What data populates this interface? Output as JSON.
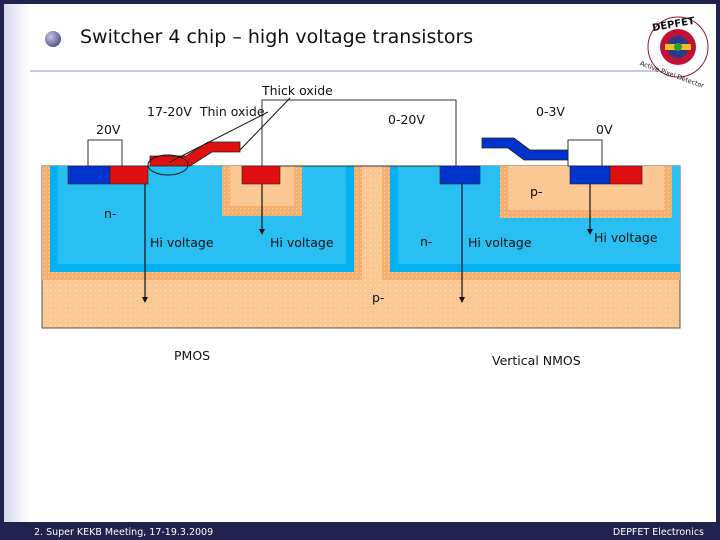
{
  "slide": {
    "title": "Switcher 4 chip – high voltage transistors",
    "footer_left": "2. Super KEKB Meeting, 17-19.3.2009",
    "footer_right": "DEPFET Electronics"
  },
  "logo": {
    "text_top": "DEPFET",
    "text_arc": "Active Pixel Detector"
  },
  "labels": {
    "thick_oxide": "Thick oxide",
    "thin_oxide": "17-20V  Thin oxide",
    "v20_left": "20V",
    "v0_20": "0-20V",
    "v0_3": "0-3V",
    "v0_right": "0V",
    "n_minus_left": "n-",
    "n_minus_mid": "n-",
    "p_minus_upper": "p-",
    "p_minus_sub": "p-",
    "hv1": "Hi voltage",
    "hv2": "Hi voltage",
    "hv3": "Hi voltage",
    "hv4": "Hi voltage",
    "pmos": "PMOS",
    "vnmos": "Vertical NMOS"
  },
  "colors": {
    "substrate": "#fbc893",
    "nwell": "#00b0f0",
    "contact_blue": "#0033cc",
    "contact_red": "#e01010",
    "frame": "#22224e"
  }
}
